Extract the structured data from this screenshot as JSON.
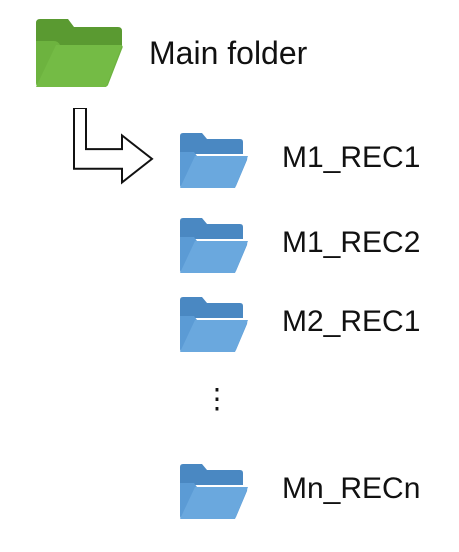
{
  "colors": {
    "root_folder": "#6db33f",
    "root_folder_dark": "#5a9a31",
    "child_folder": "#5b9bd5",
    "child_folder_dark": "#4a88c2",
    "text": "#111111",
    "arrow_stroke": "#111111"
  },
  "root": {
    "icon": "folder-open-icon",
    "label": "Main folder"
  },
  "children": [
    {
      "icon": "folder-open-icon",
      "label": "M1_REC1"
    },
    {
      "icon": "folder-open-icon",
      "label": "M1_REC2"
    },
    {
      "icon": "folder-open-icon",
      "label": "M2_REC1"
    },
    {
      "icon": "folder-open-icon",
      "label": "Mn_RECn"
    }
  ],
  "ellipsis": "⋮"
}
